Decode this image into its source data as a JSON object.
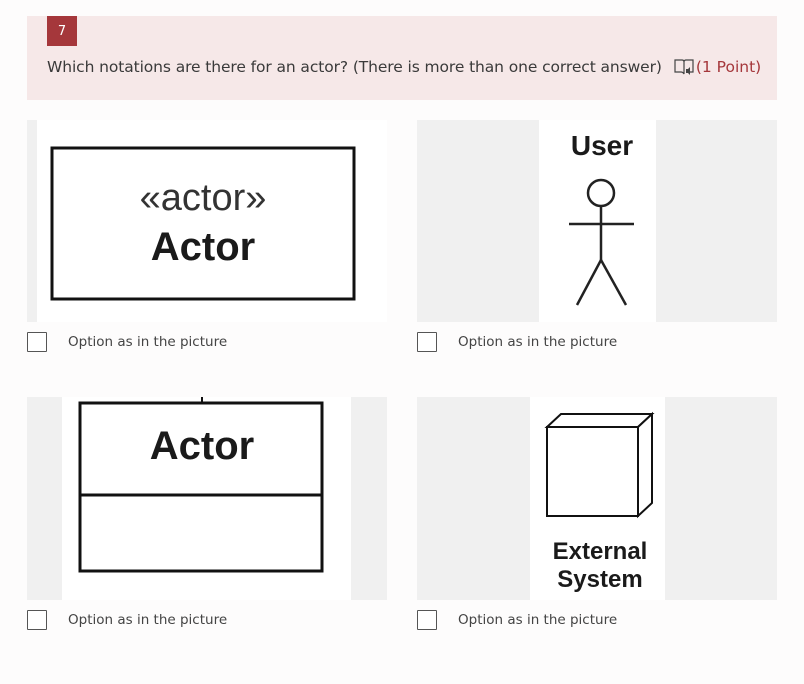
{
  "question": {
    "number": "7",
    "text": "Which notations are there for an actor? (There is more than one correct answer)",
    "points": "(1 Point)",
    "reader_icon": "immersive-reader-icon"
  },
  "options": [
    {
      "label": "Option as in the picture",
      "image": {
        "stereotype": "«actor»",
        "name": "Actor"
      }
    },
    {
      "label": "Option as in the picture",
      "image": {
        "name": "User"
      }
    },
    {
      "label": "Option as in the picture",
      "image": {
        "name": "Actor"
      }
    },
    {
      "label": "Option as in the picture",
      "image": {
        "name_line1": "External",
        "name_line2": "System"
      }
    }
  ],
  "colors": {
    "accent": "#a5373b",
    "header_bg": "#f6e8e8",
    "image_bg": "#f0f0f0"
  }
}
